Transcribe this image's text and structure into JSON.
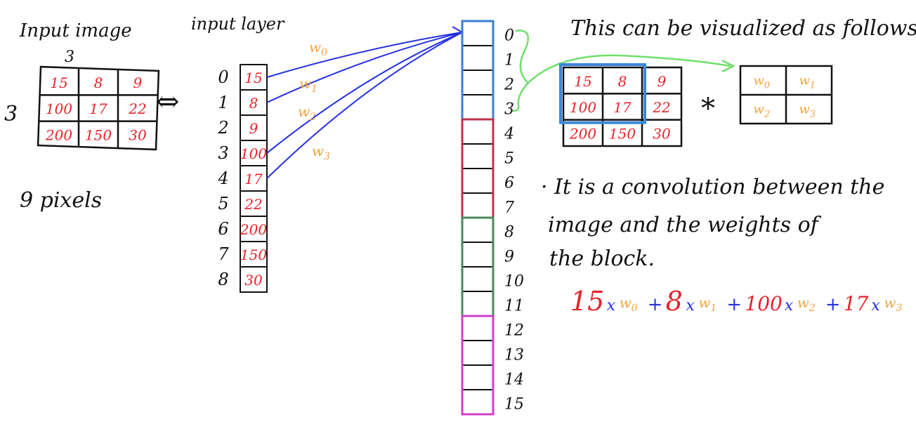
{
  "colors": {
    "ink": "#111111",
    "red": "#e8232a",
    "orange": "#f2a23a",
    "blue": "#2230e0",
    "light_blue": "#3a86d9",
    "green": "#6fe06a",
    "block_blue": "#3a7fd0",
    "block_red": "#c0304a",
    "block_green": "#4a8a5a",
    "block_magenta": "#d040c8"
  },
  "input_image": {
    "title": "Input image",
    "top_dim": "3",
    "side_dim": "3",
    "cells": [
      [
        "15",
        "8",
        "9"
      ],
      [
        "100",
        "17",
        "22"
      ],
      [
        "200",
        "150",
        "30"
      ]
    ],
    "arrow": "⇔",
    "pixels_note": "9 pixels"
  },
  "input_layer": {
    "title": "input layer",
    "indices": [
      "0",
      "1",
      "2",
      "3",
      "4",
      "5",
      "6",
      "7",
      "8"
    ],
    "values": [
      "15",
      "8",
      "9",
      "100",
      "17",
      "22",
      "200",
      "150",
      "30"
    ]
  },
  "connections": [
    {
      "from_index": 0,
      "weight": "w0"
    },
    {
      "from_index": 1,
      "weight": "w1"
    },
    {
      "from_index": 3,
      "weight": "w2"
    },
    {
      "from_index": 4,
      "weight": "w3"
    }
  ],
  "output_layer": {
    "indices": [
      "0",
      "1",
      "2",
      "3",
      "4",
      "5",
      "6",
      "7",
      "8",
      "9",
      "10",
      "11",
      "12",
      "13",
      "14",
      "15"
    ],
    "blocks": [
      {
        "start": 0,
        "end": 3,
        "color": "#3a7fd0"
      },
      {
        "start": 4,
        "end": 7,
        "color": "#c0304a"
      },
      {
        "start": 8,
        "end": 11,
        "color": "#4a8a5a"
      },
      {
        "start": 12,
        "end": 15,
        "color": "#d040c8"
      }
    ]
  },
  "visualization": {
    "heading": "This can be visualized as follows",
    "grid": [
      [
        "15",
        "8",
        "9"
      ],
      [
        "100",
        "17",
        "22"
      ],
      [
        "200",
        "150",
        "30"
      ]
    ],
    "operator": "*",
    "kernel": [
      [
        "w0",
        "w1"
      ],
      [
        "w2",
        "w3"
      ]
    ]
  },
  "explanation": {
    "line1": "· It is a convolution between the",
    "line2": "image and the weights of",
    "line3": "the block."
  },
  "formula": {
    "terms": [
      {
        "value": "15",
        "weight": "w0"
      },
      {
        "value": "8",
        "weight": "w1"
      },
      {
        "value": "100",
        "weight": "w2"
      },
      {
        "value": "17",
        "weight": "w3"
      }
    ],
    "times": "x",
    "plus": "+"
  }
}
